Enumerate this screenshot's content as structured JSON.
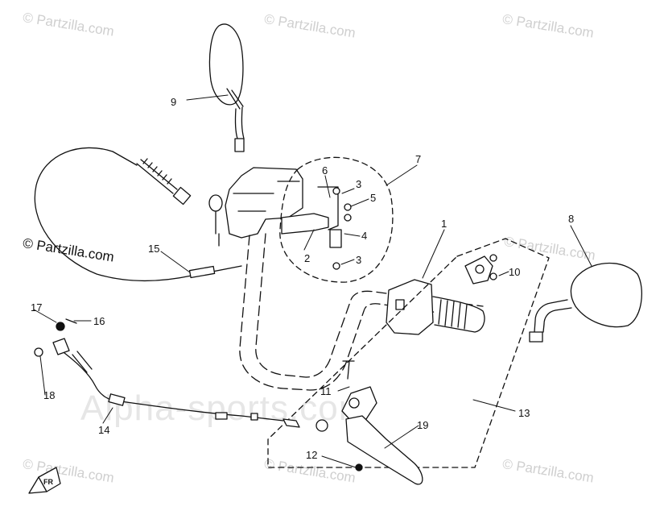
{
  "watermarks": {
    "partzilla": "© Partzilla.com",
    "main": "Alpha-sports.com"
  },
  "callouts": {
    "c1": "1",
    "c2": "2",
    "c3a": "3",
    "c3b": "3",
    "c4": "4",
    "c5": "5",
    "c6": "6",
    "c7": "7",
    "c8": "8",
    "c9": "9",
    "c10": "10",
    "c11": "11",
    "c12": "12",
    "c13": "13",
    "c14": "14",
    "c15": "15",
    "c16": "16",
    "c17": "17",
    "c18": "18",
    "c19": "19"
  },
  "direction_marker": "FR"
}
